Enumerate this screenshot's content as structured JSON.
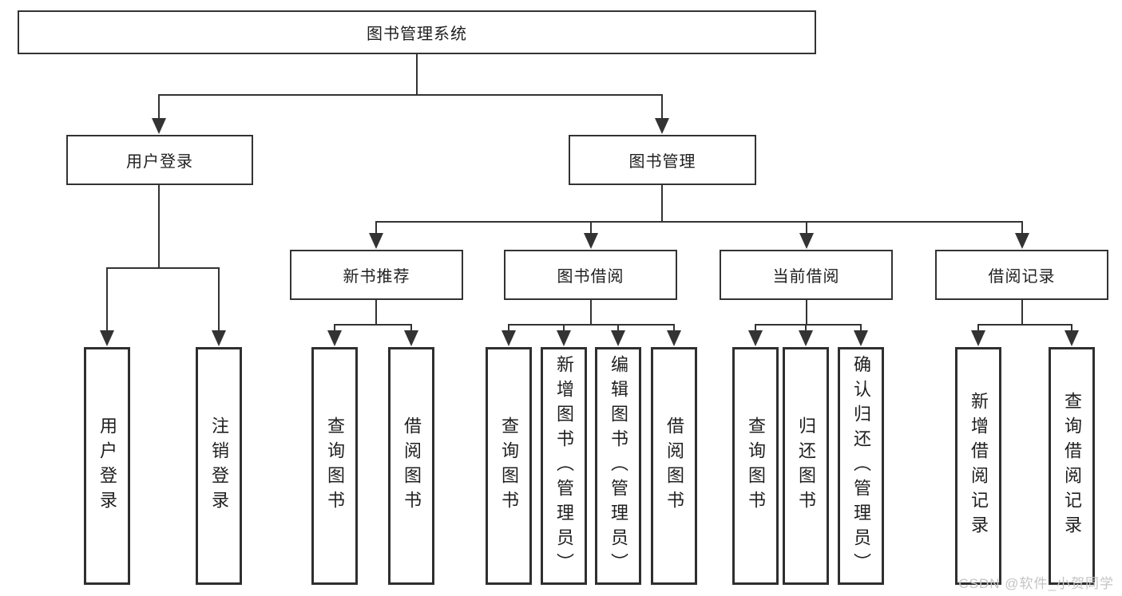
{
  "tree": {
    "label": "图书管理系统",
    "children": [
      {
        "label": "用户登录",
        "children": [
          {
            "label": "用户登录"
          },
          {
            "label": "注销登录"
          }
        ]
      },
      {
        "label": "图书管理",
        "children": [
          {
            "label": "新书推荐",
            "children": [
              {
                "label": "查询图书"
              },
              {
                "label": "借阅图书"
              }
            ]
          },
          {
            "label": "图书借阅",
            "children": [
              {
                "label": "查询图书"
              },
              {
                "label": "新增图书（管理员）"
              },
              {
                "label": "编辑图书（管理员）"
              },
              {
                "label": "借阅图书"
              }
            ]
          },
          {
            "label": "当前借阅",
            "children": [
              {
                "label": "查询图书"
              },
              {
                "label": "归还图书"
              },
              {
                "label": "确认归还（管理员）"
              }
            ]
          },
          {
            "label": "借阅记录",
            "children": [
              {
                "label": "新增借阅记录"
              },
              {
                "label": "查询借阅记录"
              }
            ]
          }
        ]
      }
    ]
  },
  "watermark": "CSDN @软件_小贺同学",
  "colors": {
    "line": "#333333",
    "box_border": "#333333",
    "text": "#1f1f1f",
    "watermark": "#c4c4c4",
    "background": "#ffffff"
  }
}
